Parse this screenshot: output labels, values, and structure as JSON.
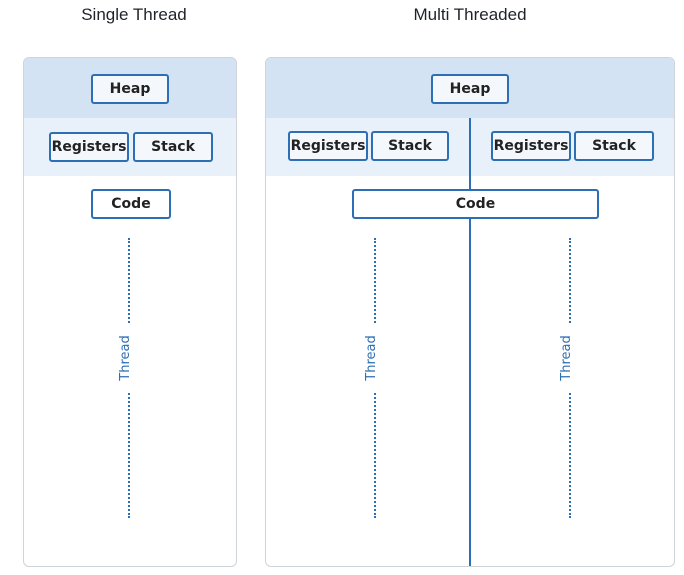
{
  "single": {
    "title": "Single Thread",
    "heap": "Heap",
    "registers": "Registers",
    "stack": "Stack",
    "code": "Code",
    "thread": "Thread"
  },
  "multi": {
    "title": "Multi Threaded",
    "heap": "Heap",
    "left": {
      "registers": "Registers",
      "stack": "Stack",
      "thread": "Thread"
    },
    "right": {
      "registers": "Registers",
      "stack": "Stack",
      "thread": "Thread"
    },
    "code": "Code"
  },
  "colors": {
    "accent": "#2d6fb5",
    "heap_band": "#d4e3f3",
    "registers_band": "#e8f0f9",
    "panel_border": "#cfd4da"
  }
}
